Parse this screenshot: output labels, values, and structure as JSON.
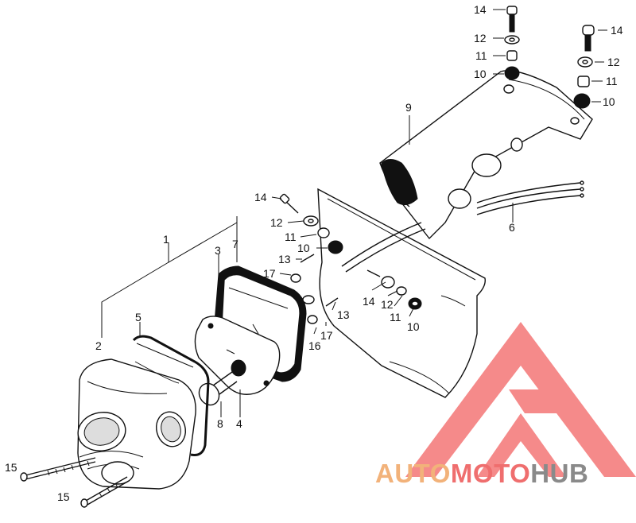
{
  "diagram": {
    "labels": {
      "l1": "1",
      "l2": "2",
      "l3": "3",
      "l4": "4",
      "l5": "5",
      "l6": "6",
      "l7": "7",
      "l8": "8",
      "l9": "9",
      "l10a": "10",
      "l10b": "10",
      "l10c": "10",
      "l10d": "10",
      "l11a": "11",
      "l11b": "11",
      "l11c": "11",
      "l11d": "11",
      "l12a": "12",
      "l12b": "12",
      "l12c": "12",
      "l12d": "12",
      "l13a": "13",
      "l13b": "13",
      "l14a": "14",
      "l14b": "14",
      "l14c": "14",
      "l14d": "14",
      "l15a": "15",
      "l15b": "15",
      "l16": "16",
      "l17a": "17",
      "l17b": "17"
    }
  },
  "watermark": {
    "text_auto": "AUTO",
    "text_moto": "MOTO",
    "text_hub": "HUB",
    "color_auto": "#f2b27a",
    "color_moto": "#ef6e6e",
    "color_hub": "#8a8a8a",
    "logo_color": "#ef4b4b"
  }
}
